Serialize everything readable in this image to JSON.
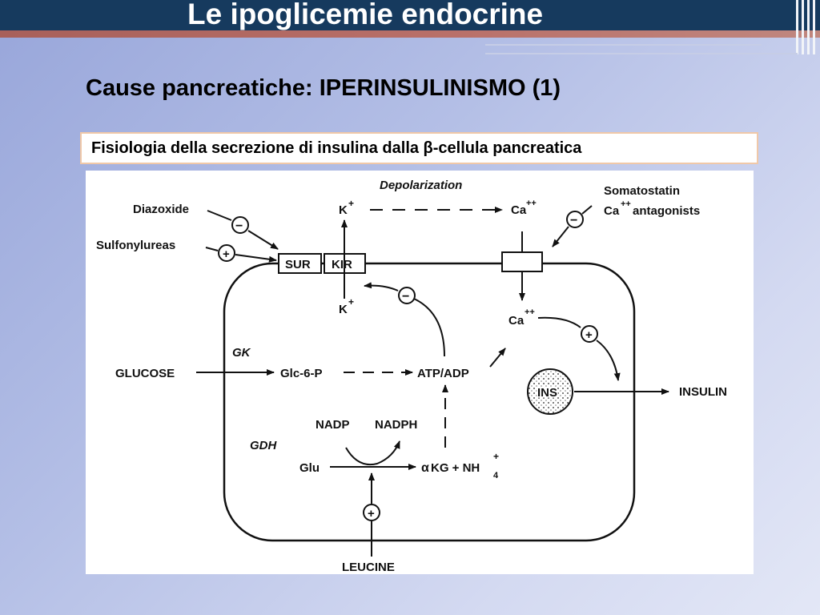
{
  "slide": {
    "title": "Le ipoglicemie endocrine",
    "subtitle": "Cause pancreatiche: IPERINSULINISMO (1)",
    "caption": "Fisiologia della secrezione di insulina dalla β-cellula pancreatica"
  },
  "diagram": {
    "depolarization": "Depolarization",
    "diazoxide": "Diazoxide",
    "sulfonylureas": "Sulfonylureas",
    "somatostatin": "Somatostatin",
    "ca_antagonists": "antagonists",
    "sur": "SUR",
    "kir": "KIR",
    "k": "K",
    "ca": "Ca",
    "gk": "GK",
    "glucose": "GLUCOSE",
    "glc6p": "Glc-6-P",
    "atp_adp": "ATP/ADP",
    "ins": "INS",
    "insulin": "INSULIN",
    "nadp": "NADP",
    "nadph": "NADPH",
    "gdh": "GDH",
    "glu": "Glu",
    "akg": "KG + NH",
    "alpha": "α",
    "nh_sub": "4",
    "leucine": "LEUCINE",
    "plus": "+",
    "plusplus": "++",
    "minus": "−"
  }
}
